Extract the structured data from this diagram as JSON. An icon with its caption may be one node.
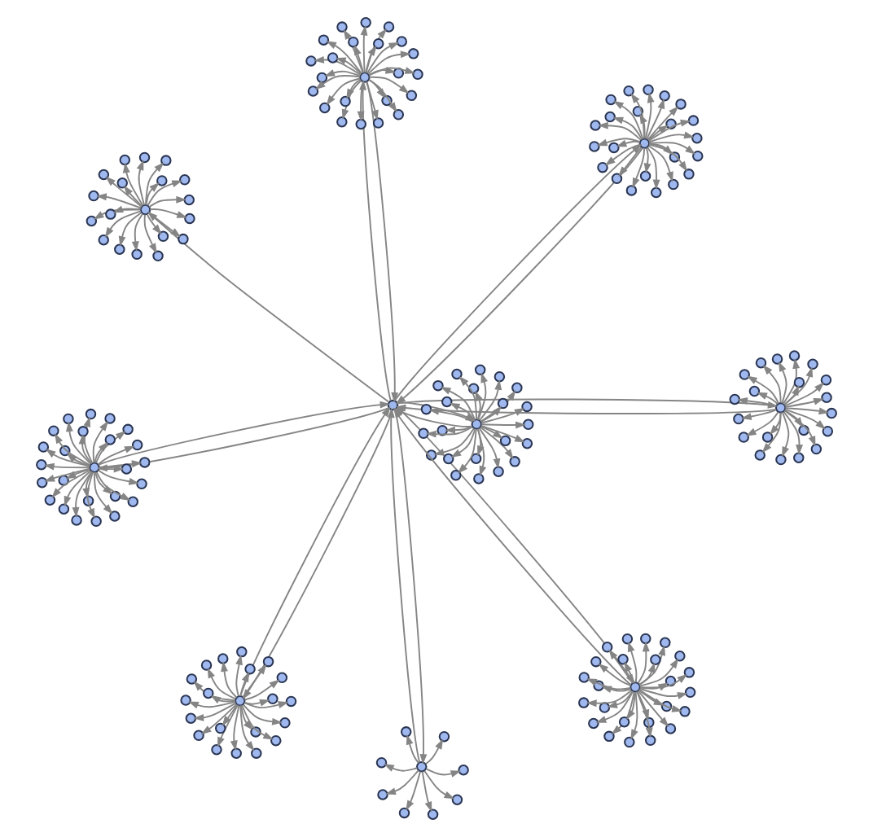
{
  "diagram": {
    "nodes": [
      {
        "text": [],
        "shape": "circle"
      },
      {
        "text": [],
        "shape": "circle"
      },
      {
        "text": [],
        "shape": "circle"
      },
      {
        "text": [],
        "shape": "circle"
      },
      {
        "text": [],
        "shape": "circle"
      },
      {
        "text": [],
        "shape": "circle"
      },
      {
        "text": [],
        "shape": "circle"
      },
      {
        "text": [],
        "shape": "circle"
      },
      {
        "text": [],
        "shape": "circle"
      },
      {
        "text": [],
        "shape": "circle"
      },
      {
        "text": [],
        "shape": "circle"
      },
      {
        "text": [],
        "shape": "circle"
      },
      {
        "text": [],
        "shape": "circle"
      },
      {
        "text": [],
        "shape": "circle"
      },
      {
        "text": [],
        "shape": "circle"
      },
      {
        "text": [],
        "shape": "circle"
      },
      {
        "text": [],
        "shape": "circle"
      },
      {
        "text": [],
        "shape": "circle"
      },
      {
        "text": [],
        "shape": "circle"
      },
      {
        "text": [],
        "shape": "circle"
      },
      {
        "text": [],
        "shape": "circle"
      },
      {
        "text": [],
        "shape": "circle"
      },
      {
        "text": [],
        "shape": "circle"
      },
      {
        "text": [],
        "shape": "circle"
      },
      {
        "text": [],
        "shape": "circle"
      },
      {
        "text": [],
        "shape": "circle"
      },
      {
        "text": [],
        "shape": "circle"
      },
      {
        "text": [],
        "shape": "circle"
      },
      {
        "text": [],
        "shape": "circle"
      },
      {
        "text": [],
        "shape": "circle"
      },
      {
        "text": [],
        "shape": "circle"
      },
      {
        "text": [],
        "shape": "circle"
      },
      {
        "text": [],
        "shape": "circle"
      },
      {
        "text": [],
        "shape": "circle"
      },
      {
        "text": [],
        "shape": "circle"
      },
      {
        "text": [],
        "shape": "circle"
      },
      {
        "text": [],
        "shape": "circle"
      },
      {
        "text": [],
        "shape": "circle"
      },
      {
        "text": [],
        "shape": "circle"
      },
      {
        "text": [],
        "shape": "circle"
      },
      {
        "text": [],
        "shape": "circle"
      },
      {
        "text": [],
        "shape": "circle"
      },
      {
        "text": [],
        "shape": "circle"
      },
      {
        "text": [],
        "shape": "circle"
      },
      {
        "text": [],
        "shape": "circle"
      },
      {
        "text": [],
        "shape": "circle"
      },
      {
        "text": [],
        "shape": "circle"
      },
      {
        "text": [],
        "shape": "circle"
      },
      {
        "text": [],
        "shape": "circle"
      },
      {
        "text": [],
        "shape": "circle"
      },
      {
        "text": [],
        "shape": "circle"
      },
      {
        "text": [],
        "shape": "circle"
      },
      {
        "text": [],
        "shape": "circle"
      },
      {
        "text": [],
        "shape": "circle"
      },
      {
        "text": [],
        "shape": "circle"
      },
      {
        "text": [],
        "shape": "circle"
      },
      {
        "text": [],
        "shape": "circle"
      },
      {
        "text": [],
        "shape": "circle"
      },
      {
        "text": [],
        "shape": "circle"
      },
      {
        "text": [],
        "shape": "circle"
      },
      {
        "text": [],
        "shape": "circle"
      },
      {
        "text": [],
        "shape": "circle"
      },
      {
        "text": [],
        "shape": "circle"
      },
      {
        "text": [],
        "shape": "circle"
      },
      {
        "text": [],
        "shape": "circle"
      },
      {
        "text": [],
        "shape": "circle"
      },
      {
        "text": [],
        "shape": "circle"
      },
      {
        "text": [],
        "shape": "circle"
      },
      {
        "text": [],
        "shape": "circle"
      },
      {
        "text": [],
        "shape": "circle"
      },
      {
        "text": [],
        "shape": "circle"
      },
      {
        "text": [],
        "shape": "circle"
      },
      {
        "text": [],
        "shape": "circle"
      },
      {
        "text": [],
        "shape": "circle"
      },
      {
        "text": [],
        "shape": "circle"
      },
      {
        "text": [],
        "shape": "circle"
      },
      {
        "text": [],
        "shape": "circle"
      },
      {
        "text": [],
        "shape": "circle"
      },
      {
        "text": [],
        "shape": "circle"
      },
      {
        "text": [],
        "shape": "circle"
      },
      {
        "text": [],
        "shape": "circle"
      },
      {
        "text": [],
        "shape": "circle"
      },
      {
        "text": [],
        "shape": "circle"
      },
      {
        "text": [],
        "shape": "circle"
      },
      {
        "text": [],
        "shape": "circle"
      },
      {
        "text": [],
        "shape": "circle"
      },
      {
        "text": [],
        "shape": "circle"
      },
      {
        "text": [],
        "shape": "circle"
      },
      {
        "text": [],
        "shape": "circle"
      },
      {
        "text": [],
        "shape": "circle"
      },
      {
        "text": [],
        "shape": "circle"
      },
      {
        "text": [],
        "shape": "circle"
      },
      {
        "text": [],
        "shape": "circle"
      },
      {
        "text": [],
        "shape": "circle"
      },
      {
        "text": [],
        "shape": "circle"
      },
      {
        "text": [],
        "shape": "circle"
      },
      {
        "text": [],
        "shape": "circle"
      },
      {
        "text": [],
        "shape": "circle"
      },
      {
        "text": [],
        "shape": "circle"
      },
      {
        "text": [],
        "shape": "circle"
      },
      {
        "text": [],
        "shape": "circle"
      },
      {
        "text": [],
        "shape": "circle"
      },
      {
        "text": [],
        "shape": "circle"
      },
      {
        "text": [],
        "shape": "circle"
      },
      {
        "text": [],
        "shape": "circle"
      },
      {
        "text": [],
        "shape": "circle"
      },
      {
        "text": [],
        "shape": "circle"
      },
      {
        "text": [],
        "shape": "circle"
      },
      {
        "text": [],
        "shape": "circle"
      },
      {
        "text": [],
        "shape": "circle"
      },
      {
        "text": [],
        "shape": "circle"
      },
      {
        "text": [],
        "shape": "circle"
      },
      {
        "text": [],
        "shape": "circle"
      },
      {
        "text": [],
        "shape": "circle"
      },
      {
        "text": [],
        "shape": "circle"
      },
      {
        "text": [],
        "shape": "circle"
      },
      {
        "text": [],
        "shape": "circle"
      },
      {
        "text": [],
        "shape": "circle"
      },
      {
        "text": [],
        "shape": "circle"
      },
      {
        "text": [],
        "shape": "circle"
      },
      {
        "text": [],
        "shape": "circle"
      },
      {
        "text": [],
        "shape": "circle"
      },
      {
        "text": [],
        "shape": "circle"
      },
      {
        "text": [],
        "shape": "circle"
      },
      {
        "text": [],
        "shape": "circle"
      },
      {
        "text": [],
        "shape": "circle"
      },
      {
        "text": [],
        "shape": "circle"
      },
      {
        "text": [],
        "shape": "circle"
      },
      {
        "text": [],
        "shape": "circle"
      },
      {
        "text": [],
        "shape": "circle"
      },
      {
        "text": [],
        "shape": "circle"
      },
      {
        "text": [],
        "shape": "circle"
      },
      {
        "text": [],
        "shape": "circle"
      },
      {
        "text": [],
        "shape": "circle"
      },
      {
        "text": [],
        "shape": "circle"
      },
      {
        "text": [],
        "shape": "circle"
      },
      {
        "text": [],
        "shape": "circle"
      },
      {
        "text": [],
        "shape": "circle"
      },
      {
        "text": [],
        "shape": "circle"
      },
      {
        "text": [],
        "shape": "circle"
      },
      {
        "text": [],
        "shape": "circle"
      },
      {
        "text": [],
        "shape": "circle"
      },
      {
        "text": [],
        "shape": "circle"
      },
      {
        "text": [],
        "shape": "circle"
      },
      {
        "text": [],
        "shape": "circle"
      },
      {
        "text": [],
        "shape": "circle"
      },
      {
        "text": [],
        "shape": "circle"
      },
      {
        "text": [],
        "shape": "circle"
      },
      {
        "text": [],
        "shape": "circle"
      },
      {
        "text": [],
        "shape": "circle"
      },
      {
        "text": [],
        "shape": "circle"
      },
      {
        "text": [],
        "shape": "circle"
      },
      {
        "text": [],
        "shape": "circle"
      },
      {
        "text": [],
        "shape": "circle"
      },
      {
        "text": [],
        "shape": "circle"
      },
      {
        "text": [],
        "shape": "circle"
      },
      {
        "text": [],
        "shape": "circle"
      },
      {
        "text": [],
        "shape": "circle"
      },
      {
        "text": [],
        "shape": "circle"
      },
      {
        "text": [],
        "shape": "circle"
      },
      {
        "text": [],
        "shape": "circle"
      },
      {
        "text": [],
        "shape": "circle"
      },
      {
        "text": [],
        "shape": "circle"
      },
      {
        "text": [],
        "shape": "circle"
      },
      {
        "text": [],
        "shape": "circle"
      },
      {
        "text": [],
        "shape": "circle"
      },
      {
        "text": [],
        "shape": "circle"
      },
      {
        "text": [],
        "shape": "circle"
      },
      {
        "text": [],
        "shape": "circle"
      },
      {
        "text": [],
        "shape": "circle"
      },
      {
        "text": [],
        "shape": "circle"
      },
      {
        "text": [],
        "shape": "circle"
      },
      {
        "text": [],
        "shape": "circle"
      },
      {
        "text": [],
        "shape": "circle"
      },
      {
        "text": [],
        "shape": "circle"
      },
      {
        "text": [],
        "shape": "circle"
      },
      {
        "text": [],
        "shape": "circle"
      },
      {
        "text": [],
        "shape": "circle"
      },
      {
        "text": [],
        "shape": "circle"
      },
      {
        "text": [],
        "shape": "circle"
      },
      {
        "text": [],
        "shape": "circle"
      },
      {
        "text": [],
        "shape": "circle"
      },
      {
        "text": [],
        "shape": "circle"
      },
      {
        "text": [],
        "shape": "circle"
      },
      {
        "text": [],
        "shape": "circle"
      },
      {
        "text": [],
        "shape": "circle"
      },
      {
        "text": [],
        "shape": "circle"
      },
      {
        "text": [],
        "shape": "circle"
      },
      {
        "text": [],
        "shape": "circle"
      },
      {
        "text": [],
        "shape": "circle"
      }
    ],
    "edges": [
      {
        "from": 0,
        "to": 1,
        "arrow": "to"
      },
      {
        "from": 1,
        "to": 0,
        "arrow": "to"
      },
      {
        "from": 0,
        "to": 2,
        "arrow": "to"
      },
      {
        "from": 2,
        "to": 0,
        "arrow": "to"
      },
      {
        "from": 0,
        "to": 3,
        "arrow": "to"
      },
      {
        "from": 3,
        "to": 0,
        "arrow": "to"
      },
      {
        "from": 0,
        "to": 4,
        "arrow": "to"
      },
      {
        "from": 4,
        "to": 0,
        "arrow": "to"
      },
      {
        "from": 0,
        "to": 5,
        "arrow": "to"
      },
      {
        "from": 0,
        "to": 6,
        "arrow": "to"
      },
      {
        "from": 6,
        "to": 0,
        "arrow": "to"
      },
      {
        "from": 0,
        "to": 7,
        "arrow": "to"
      },
      {
        "from": 7,
        "to": 0,
        "arrow": "to"
      },
      {
        "from": 0,
        "to": 8,
        "arrow": "to"
      },
      {
        "from": 8,
        "to": 0,
        "arrow": "to"
      },
      {
        "from": 0,
        "to": 9,
        "arrow": "to"
      },
      {
        "from": 9,
        "to": 0,
        "arrow": "to"
      },
      {
        "from": 1,
        "to": 10,
        "arrow": "to"
      },
      {
        "from": 1,
        "to": 11,
        "arrow": "to"
      },
      {
        "from": 1,
        "to": 12,
        "arrow": "to"
      },
      {
        "from": 1,
        "to": 13,
        "arrow": "to"
      },
      {
        "from": 1,
        "to": 14,
        "arrow": "to"
      },
      {
        "from": 1,
        "to": 15,
        "arrow": "to"
      },
      {
        "from": 1,
        "to": 16,
        "arrow": "to"
      },
      {
        "from": 1,
        "to": 17,
        "arrow": "to"
      },
      {
        "from": 1,
        "to": 18,
        "arrow": "to"
      },
      {
        "from": 1,
        "to": 19,
        "arrow": "to"
      },
      {
        "from": 1,
        "to": 20,
        "arrow": "to"
      },
      {
        "from": 1,
        "to": 21,
        "arrow": "to"
      },
      {
        "from": 1,
        "to": 22,
        "arrow": "to"
      },
      {
        "from": 1,
        "to": 23,
        "arrow": "to"
      },
      {
        "from": 1,
        "to": 24,
        "arrow": "to"
      },
      {
        "from": 1,
        "to": 25,
        "arrow": "to"
      },
      {
        "from": 1,
        "to": 26,
        "arrow": "to"
      },
      {
        "from": 1,
        "to": 27,
        "arrow": "to"
      },
      {
        "from": 1,
        "to": 28,
        "arrow": "to"
      },
      {
        "from": 1,
        "to": 29,
        "arrow": "to"
      },
      {
        "from": 2,
        "to": 30,
        "arrow": "to"
      },
      {
        "from": 2,
        "to": 31,
        "arrow": "to"
      },
      {
        "from": 2,
        "to": 32,
        "arrow": "to"
      },
      {
        "from": 2,
        "to": 33,
        "arrow": "to"
      },
      {
        "from": 2,
        "to": 34,
        "arrow": "to"
      },
      {
        "from": 2,
        "to": 35,
        "arrow": "to"
      },
      {
        "from": 2,
        "to": 36,
        "arrow": "to"
      },
      {
        "from": 2,
        "to": 37,
        "arrow": "to"
      },
      {
        "from": 2,
        "to": 38,
        "arrow": "to"
      },
      {
        "from": 2,
        "to": 39,
        "arrow": "to"
      },
      {
        "from": 2,
        "to": 40,
        "arrow": "to"
      },
      {
        "from": 2,
        "to": 41,
        "arrow": "to"
      },
      {
        "from": 2,
        "to": 42,
        "arrow": "to"
      },
      {
        "from": 2,
        "to": 43,
        "arrow": "to"
      },
      {
        "from": 2,
        "to": 44,
        "arrow": "to"
      },
      {
        "from": 2,
        "to": 45,
        "arrow": "to"
      },
      {
        "from": 2,
        "to": 46,
        "arrow": "to"
      },
      {
        "from": 2,
        "to": 47,
        "arrow": "to"
      },
      {
        "from": 2,
        "to": 48,
        "arrow": "to"
      },
      {
        "from": 2,
        "to": 49,
        "arrow": "to"
      },
      {
        "from": 2,
        "to": 50,
        "arrow": "to"
      },
      {
        "from": 2,
        "to": 51,
        "arrow": "to"
      },
      {
        "from": 3,
        "to": 52,
        "arrow": "to"
      },
      {
        "from": 3,
        "to": 53,
        "arrow": "to"
      },
      {
        "from": 3,
        "to": 54,
        "arrow": "to"
      },
      {
        "from": 3,
        "to": 55,
        "arrow": "to"
      },
      {
        "from": 3,
        "to": 56,
        "arrow": "to"
      },
      {
        "from": 3,
        "to": 57,
        "arrow": "to"
      },
      {
        "from": 3,
        "to": 58,
        "arrow": "to"
      },
      {
        "from": 3,
        "to": 59,
        "arrow": "to"
      },
      {
        "from": 3,
        "to": 60,
        "arrow": "to"
      },
      {
        "from": 3,
        "to": 61,
        "arrow": "to"
      },
      {
        "from": 3,
        "to": 62,
        "arrow": "to"
      },
      {
        "from": 3,
        "to": 63,
        "arrow": "to"
      },
      {
        "from": 3,
        "to": 64,
        "arrow": "to"
      },
      {
        "from": 3,
        "to": 65,
        "arrow": "to"
      },
      {
        "from": 3,
        "to": 66,
        "arrow": "to"
      },
      {
        "from": 3,
        "to": 67,
        "arrow": "to"
      },
      {
        "from": 3,
        "to": 68,
        "arrow": "to"
      },
      {
        "from": 3,
        "to": 69,
        "arrow": "to"
      },
      {
        "from": 3,
        "to": 70,
        "arrow": "to"
      },
      {
        "from": 3,
        "to": 71,
        "arrow": "to"
      },
      {
        "from": 3,
        "to": 72,
        "arrow": "to"
      },
      {
        "from": 3,
        "to": 73,
        "arrow": "to"
      },
      {
        "from": 4,
        "to": 74,
        "arrow": "to"
      },
      {
        "from": 4,
        "to": 75,
        "arrow": "to"
      },
      {
        "from": 4,
        "to": 76,
        "arrow": "to"
      },
      {
        "from": 4,
        "to": 77,
        "arrow": "to"
      },
      {
        "from": 4,
        "to": 78,
        "arrow": "to"
      },
      {
        "from": 4,
        "to": 79,
        "arrow": "to"
      },
      {
        "from": 4,
        "to": 80,
        "arrow": "to"
      },
      {
        "from": 4,
        "to": 81,
        "arrow": "to"
      },
      {
        "from": 5,
        "to": 82,
        "arrow": "to"
      },
      {
        "from": 5,
        "to": 83,
        "arrow": "to"
      },
      {
        "from": 5,
        "to": 84,
        "arrow": "to"
      },
      {
        "from": 5,
        "to": 85,
        "arrow": "to"
      },
      {
        "from": 5,
        "to": 86,
        "arrow": "to"
      },
      {
        "from": 5,
        "to": 87,
        "arrow": "to"
      },
      {
        "from": 5,
        "to": 88,
        "arrow": "to"
      },
      {
        "from": 5,
        "to": 89,
        "arrow": "to"
      },
      {
        "from": 5,
        "to": 90,
        "arrow": "to"
      },
      {
        "from": 5,
        "to": 91,
        "arrow": "to"
      },
      {
        "from": 5,
        "to": 92,
        "arrow": "to"
      },
      {
        "from": 5,
        "to": 93,
        "arrow": "to"
      },
      {
        "from": 5,
        "to": 94,
        "arrow": "to"
      },
      {
        "from": 5,
        "to": 95,
        "arrow": "to"
      },
      {
        "from": 5,
        "to": 96,
        "arrow": "to"
      },
      {
        "from": 5,
        "to": 97,
        "arrow": "to"
      },
      {
        "from": 5,
        "to": 98,
        "arrow": "to"
      },
      {
        "from": 5,
        "to": 99,
        "arrow": "to"
      },
      {
        "from": 6,
        "to": 100,
        "arrow": "to"
      },
      {
        "from": 6,
        "to": 101,
        "arrow": "to"
      },
      {
        "from": 6,
        "to": 102,
        "arrow": "to"
      },
      {
        "from": 6,
        "to": 103,
        "arrow": "to"
      },
      {
        "from": 6,
        "to": 104,
        "arrow": "to"
      },
      {
        "from": 6,
        "to": 105,
        "arrow": "to"
      },
      {
        "from": 6,
        "to": 106,
        "arrow": "to"
      },
      {
        "from": 6,
        "to": 107,
        "arrow": "to"
      },
      {
        "from": 6,
        "to": 108,
        "arrow": "to"
      },
      {
        "from": 6,
        "to": 109,
        "arrow": "to"
      },
      {
        "from": 6,
        "to": 110,
        "arrow": "to"
      },
      {
        "from": 6,
        "to": 111,
        "arrow": "to"
      },
      {
        "from": 6,
        "to": 112,
        "arrow": "to"
      },
      {
        "from": 6,
        "to": 113,
        "arrow": "to"
      },
      {
        "from": 6,
        "to": 114,
        "arrow": "to"
      },
      {
        "from": 6,
        "to": 115,
        "arrow": "to"
      },
      {
        "from": 6,
        "to": 116,
        "arrow": "to"
      },
      {
        "from": 6,
        "to": 117,
        "arrow": "to"
      },
      {
        "from": 6,
        "to": 118,
        "arrow": "to"
      },
      {
        "from": 6,
        "to": 119,
        "arrow": "to"
      },
      {
        "from": 6,
        "to": 120,
        "arrow": "to"
      },
      {
        "from": 6,
        "to": 121,
        "arrow": "to"
      },
      {
        "from": 6,
        "to": 122,
        "arrow": "to"
      },
      {
        "from": 6,
        "to": 123,
        "arrow": "to"
      },
      {
        "from": 7,
        "to": 124,
        "arrow": "to"
      },
      {
        "from": 7,
        "to": 125,
        "arrow": "to"
      },
      {
        "from": 7,
        "to": 126,
        "arrow": "to"
      },
      {
        "from": 7,
        "to": 127,
        "arrow": "to"
      },
      {
        "from": 7,
        "to": 128,
        "arrow": "to"
      },
      {
        "from": 7,
        "to": 129,
        "arrow": "to"
      },
      {
        "from": 7,
        "to": 130,
        "arrow": "to"
      },
      {
        "from": 7,
        "to": 131,
        "arrow": "to"
      },
      {
        "from": 7,
        "to": 132,
        "arrow": "to"
      },
      {
        "from": 7,
        "to": 133,
        "arrow": "to"
      },
      {
        "from": 7,
        "to": 134,
        "arrow": "to"
      },
      {
        "from": 7,
        "to": 135,
        "arrow": "to"
      },
      {
        "from": 7,
        "to": 136,
        "arrow": "to"
      },
      {
        "from": 7,
        "to": 137,
        "arrow": "to"
      },
      {
        "from": 7,
        "to": 138,
        "arrow": "to"
      },
      {
        "from": 7,
        "to": 139,
        "arrow": "to"
      },
      {
        "from": 7,
        "to": 140,
        "arrow": "to"
      },
      {
        "from": 7,
        "to": 141,
        "arrow": "to"
      },
      {
        "from": 7,
        "to": 142,
        "arrow": "to"
      },
      {
        "from": 7,
        "to": 143,
        "arrow": "to"
      },
      {
        "from": 7,
        "to": 144,
        "arrow": "to"
      },
      {
        "from": 7,
        "to": 145,
        "arrow": "to"
      },
      {
        "from": 8,
        "to": 146,
        "arrow": "to"
      },
      {
        "from": 8,
        "to": 147,
        "arrow": "to"
      },
      {
        "from": 8,
        "to": 148,
        "arrow": "to"
      },
      {
        "from": 8,
        "to": 149,
        "arrow": "to"
      },
      {
        "from": 8,
        "to": 150,
        "arrow": "to"
      },
      {
        "from": 8,
        "to": 151,
        "arrow": "to"
      },
      {
        "from": 8,
        "to": 152,
        "arrow": "to"
      },
      {
        "from": 8,
        "to": 153,
        "arrow": "to"
      },
      {
        "from": 8,
        "to": 154,
        "arrow": "to"
      },
      {
        "from": 8,
        "to": 155,
        "arrow": "to"
      },
      {
        "from": 8,
        "to": 156,
        "arrow": "to"
      },
      {
        "from": 8,
        "to": 157,
        "arrow": "to"
      },
      {
        "from": 8,
        "to": 158,
        "arrow": "to"
      },
      {
        "from": 8,
        "to": 159,
        "arrow": "to"
      },
      {
        "from": 8,
        "to": 160,
        "arrow": "to"
      },
      {
        "from": 8,
        "to": 161,
        "arrow": "to"
      },
      {
        "from": 8,
        "to": 162,
        "arrow": "to"
      },
      {
        "from": 8,
        "to": 163,
        "arrow": "to"
      },
      {
        "from": 8,
        "to": 164,
        "arrow": "to"
      },
      {
        "from": 8,
        "to": 165,
        "arrow": "to"
      },
      {
        "from": 9,
        "to": 166,
        "arrow": "to"
      },
      {
        "from": 9,
        "to": 167,
        "arrow": "to"
      },
      {
        "from": 9,
        "to": 168,
        "arrow": "to"
      },
      {
        "from": 9,
        "to": 169,
        "arrow": "to"
      },
      {
        "from": 9,
        "to": 170,
        "arrow": "to"
      },
      {
        "from": 9,
        "to": 171,
        "arrow": "to"
      },
      {
        "from": 9,
        "to": 172,
        "arrow": "to"
      },
      {
        "from": 9,
        "to": 173,
        "arrow": "to"
      },
      {
        "from": 9,
        "to": 174,
        "arrow": "to"
      },
      {
        "from": 9,
        "to": 175,
        "arrow": "to"
      },
      {
        "from": 9,
        "to": 176,
        "arrow": "to"
      },
      {
        "from": 9,
        "to": 177,
        "arrow": "to"
      },
      {
        "from": 9,
        "to": 178,
        "arrow": "to"
      },
      {
        "from": 9,
        "to": 179,
        "arrow": "to"
      },
      {
        "from": 9,
        "to": 180,
        "arrow": "to"
      },
      {
        "from": 9,
        "to": 181,
        "arrow": "to"
      },
      {
        "from": 9,
        "to": 182,
        "arrow": "to"
      },
      {
        "from": 9,
        "to": 183,
        "arrow": "to"
      },
      {
        "from": 9,
        "to": 184,
        "arrow": "to"
      },
      {
        "from": 9,
        "to": 185,
        "arrow": "to"
      },
      {
        "from": 9,
        "to": 186,
        "arrow": "to"
      },
      {
        "from": 9,
        "to": 187,
        "arrow": "to"
      },
      {
        "from": 9,
        "to": 188,
        "arrow": "to"
      },
      {
        "from": 9,
        "to": 189,
        "arrow": "to"
      }
    ]
  }
}
